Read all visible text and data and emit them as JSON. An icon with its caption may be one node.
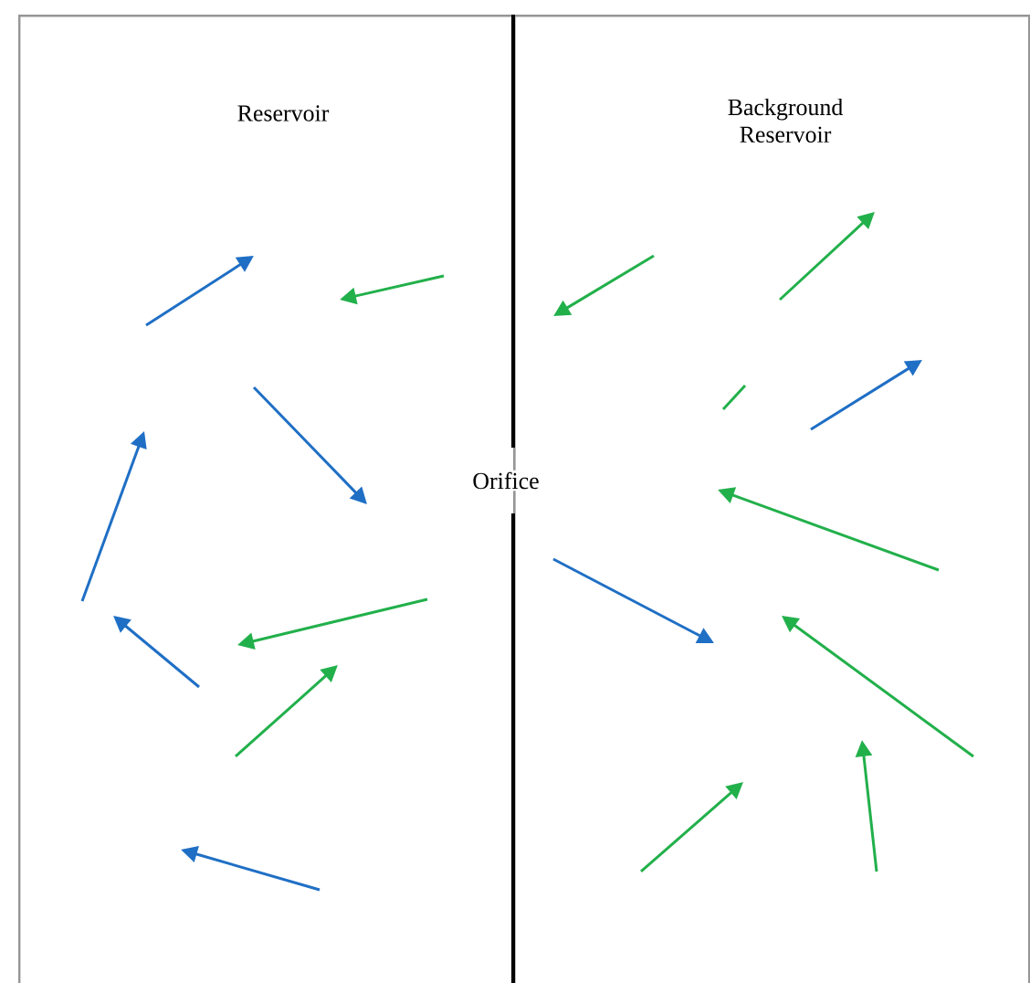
{
  "diagram": {
    "nodes": [
      {
        "text": [
          "Reservoir"
        ]
      },
      {
        "text": [
          "Background Reservoir"
        ]
      }
    ],
    "edges": [],
    "labels": [
      "Orifice"
    ]
  }
}
